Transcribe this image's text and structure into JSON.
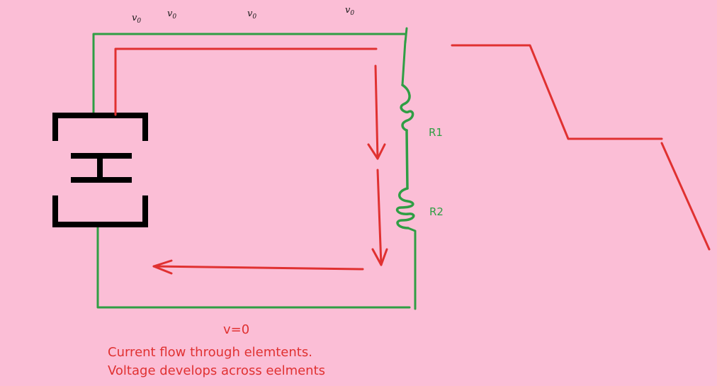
{
  "top_labels": [
    "v",
    "v",
    "v",
    "v"
  ],
  "top_label_sub": "0",
  "resistors": [
    {
      "label": "R1"
    },
    {
      "label": "R2"
    }
  ],
  "bottom_label": "v=0",
  "caption": [
    "Current flow through elemtents.",
    "Voltage develops across eelments"
  ],
  "colors": {
    "background": "#fbbed6",
    "wire": "#2f9e44",
    "current": "#e03131",
    "battery": "#000000",
    "label_text": "#1a1a1a"
  }
}
